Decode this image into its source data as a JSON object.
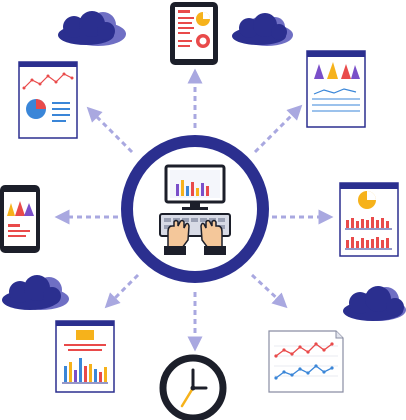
{
  "illustration": {
    "hub": "computer-with-hands-on-keyboard",
    "satellites": [
      "tablet-dashboard",
      "column-chart-report",
      "bar-chart-report",
      "line-graph-sheet",
      "clock",
      "bar-chart-report",
      "phone-chart",
      "line-and-pie-report"
    ],
    "clouds": 4
  },
  "colors": {
    "ring": "#2b2f8f",
    "arrow": "#a9a8e0",
    "cloud": "#2b2f8f",
    "cloud_shadow": "#6f6fc4",
    "red": "#e94a4a",
    "yellow": "#f6b21b",
    "blue": "#3a86d8",
    "purple": "#7a4fc9",
    "paper": "#ffffff",
    "frame": "#1c1f2a",
    "skin": "#f4c79a"
  }
}
